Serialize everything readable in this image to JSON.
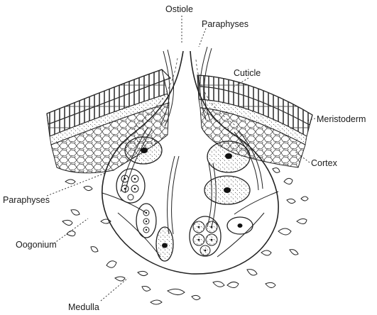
{
  "labels": {
    "ostiole": "Ostiole",
    "paraphyses_top": "Paraphyses",
    "cuticle": "Cuticle",
    "meristoderm": "Meristoderm",
    "cortex": "Cortex",
    "paraphyses_left": "Paraphyses",
    "oogonium": "Oogonium",
    "medulla": "Medulla"
  }
}
